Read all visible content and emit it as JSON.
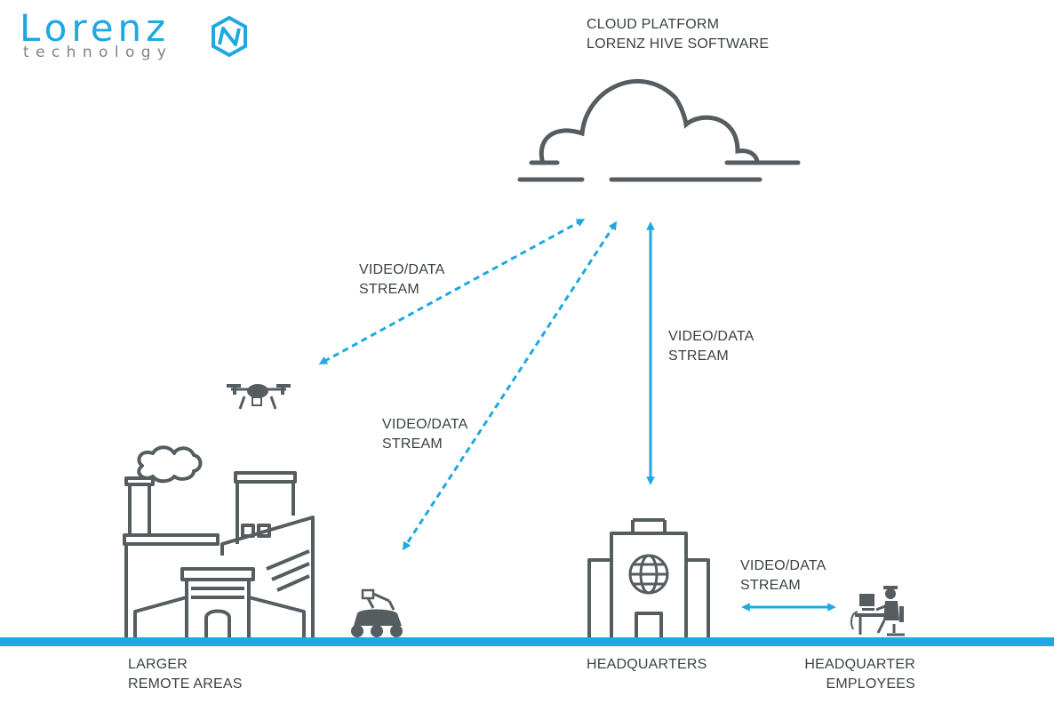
{
  "logo": {
    "word": "Lorenz",
    "sub": "technology",
    "brand_color": "#1ea9e1"
  },
  "cloud_label": {
    "line1": "CLOUD PLATFORM",
    "line2": "LORENZ HIVE SOFTWARE"
  },
  "stream_labels": [
    {
      "line1": "VIDEO/DATA",
      "line2": "STREAM"
    },
    {
      "line1": "VIDEO/DATA",
      "line2": "STREAM"
    },
    {
      "line1": "VIDEO/DATA",
      "line2": "STREAM"
    },
    {
      "line1": "VIDEO/DATA",
      "line2": "STREAM"
    }
  ],
  "bottom_labels": {
    "remote": {
      "line1": "LARGER",
      "line2": "REMOTE AREAS"
    },
    "hq": {
      "line1": "HEADQUARTERS"
    },
    "employees": {
      "line1": "HEADQUARTER",
      "line2": "EMPLOYEES"
    }
  },
  "colors": {
    "accent": "#1ea9e1",
    "icon": "#555d60",
    "text": "#3a4245"
  },
  "icons": [
    "cloud-icon",
    "drone-icon",
    "factory-icon",
    "robot-vehicle-icon",
    "headquarters-building-icon",
    "globe-icon",
    "employee-workstation-icon"
  ]
}
